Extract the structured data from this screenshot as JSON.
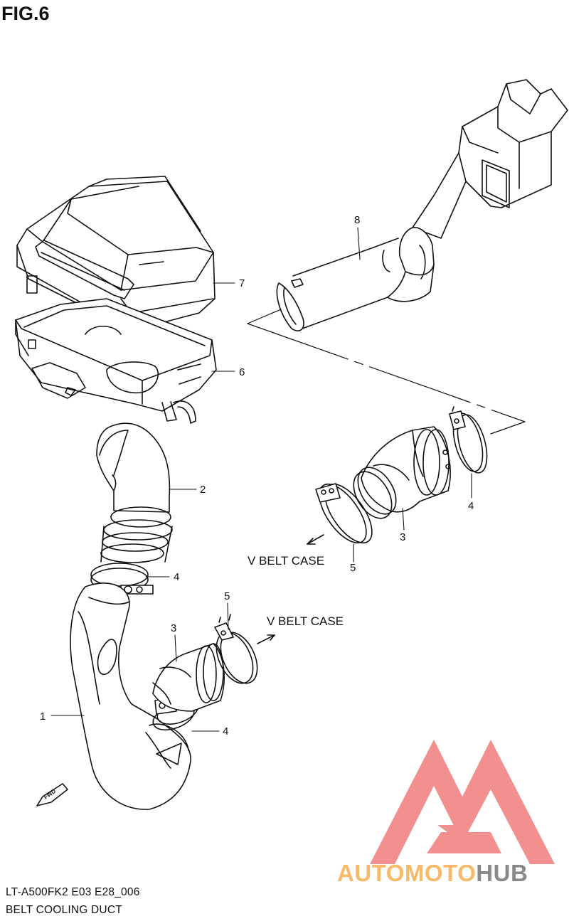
{
  "figure": {
    "title": "FIG.6"
  },
  "callouts": [
    {
      "id": "part-7",
      "label": "7"
    },
    {
      "id": "part-8",
      "label": "8"
    },
    {
      "id": "part-6",
      "label": "6"
    },
    {
      "id": "part-2",
      "label": "2"
    },
    {
      "id": "part-4a",
      "label": "4"
    },
    {
      "id": "part-3a",
      "label": "3"
    },
    {
      "id": "part-5a",
      "label": "5"
    },
    {
      "id": "part-4b",
      "label": "4"
    },
    {
      "id": "part-5b",
      "label": "5"
    },
    {
      "id": "part-3b",
      "label": "3"
    },
    {
      "id": "part-1",
      "label": "1"
    },
    {
      "id": "part-4c",
      "label": "4"
    }
  ],
  "directions": {
    "upper": "V BELT CASE",
    "lower": "V BELT CASE",
    "fwd": "FWD"
  },
  "footer": {
    "model_code": "LT-A500FK2  E03  E28_006",
    "section_name": "BELT COOLING DUCT"
  },
  "watermark": {
    "text_a": "AUTOMOTO",
    "text_b": "HUB",
    "colors": {
      "text_a": "#f7b96a",
      "text_b": "#8a8a8a",
      "logo": "#f07d7d"
    }
  }
}
